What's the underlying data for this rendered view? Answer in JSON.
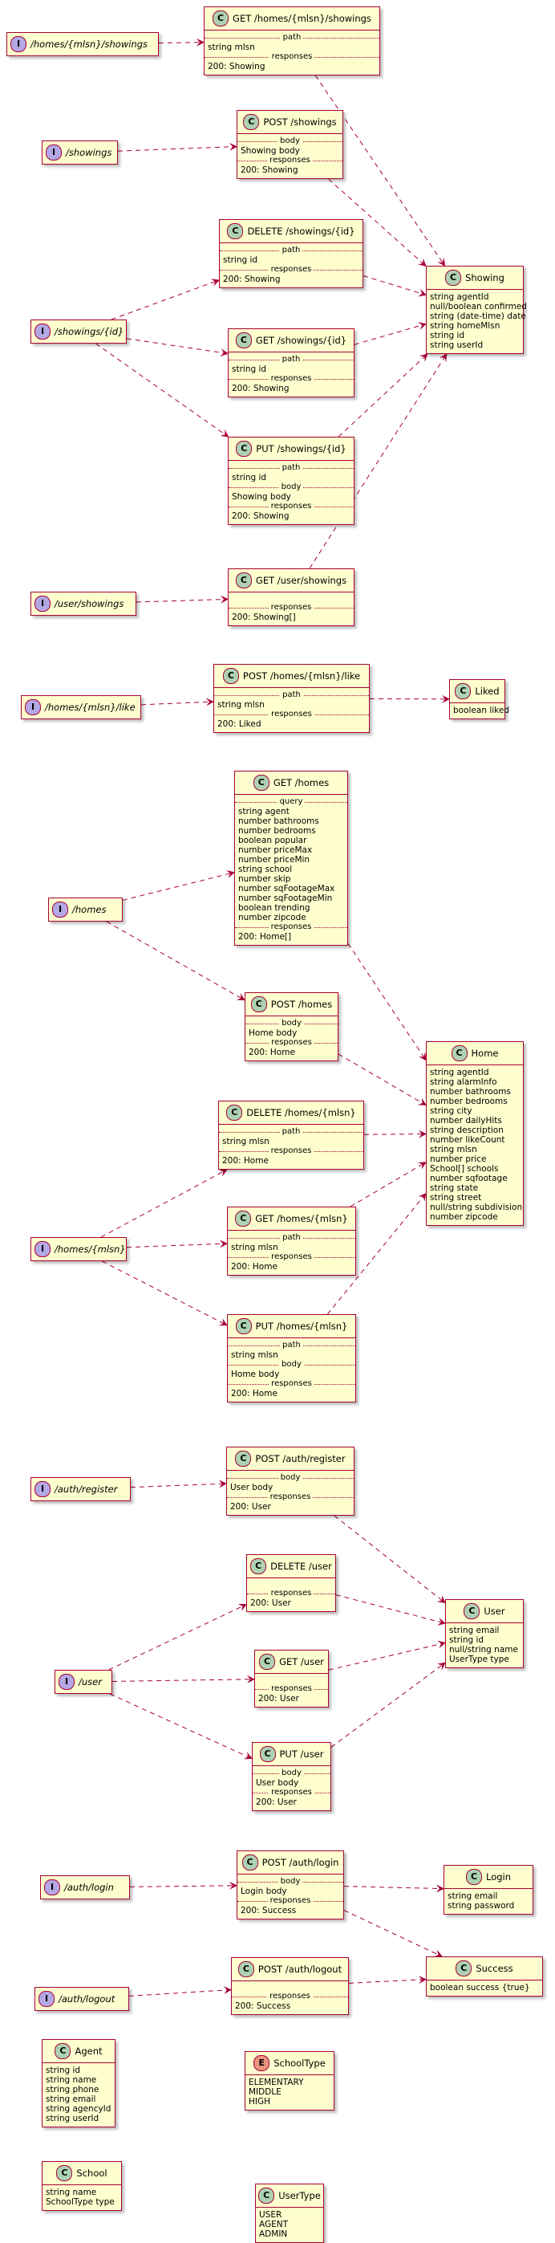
{
  "interfaces": [
    {
      "id": "i-showings-mlsn",
      "name": "/homes/{mlsn}/showings"
    },
    {
      "id": "i-showings",
      "name": "/showings"
    },
    {
      "id": "i-showings-id",
      "name": "/showings/{id}"
    },
    {
      "id": "i-user-showings",
      "name": "/user/showings"
    },
    {
      "id": "i-like",
      "name": "/homes/{mlsn}/like"
    },
    {
      "id": "i-homes",
      "name": "/homes"
    },
    {
      "id": "i-homes-mlsn",
      "name": "/homes/{mlsn}"
    },
    {
      "id": "i-auth-register",
      "name": "/auth/register"
    },
    {
      "id": "i-user",
      "name": "/user"
    },
    {
      "id": "i-auth-login",
      "name": "/auth/login"
    },
    {
      "id": "i-auth-logout",
      "name": "/auth/logout"
    }
  ],
  "operations": [
    {
      "id": "op-get-mlsn-showings",
      "title": "GET /homes/{mlsn}/showings",
      "sections": [
        {
          "label": "path",
          "rows": [
            "string mlsn"
          ]
        },
        {
          "label": "responses",
          "rows": [
            "200: Showing"
          ]
        }
      ]
    },
    {
      "id": "op-post-showings",
      "title": "POST /showings",
      "sections": [
        {
          "label": "body",
          "rows": [
            "Showing body"
          ]
        },
        {
          "label": "responses",
          "rows": [
            "200: Showing"
          ]
        }
      ]
    },
    {
      "id": "op-delete-showing",
      "title": "DELETE /showings/{id}",
      "sections": [
        {
          "label": "path",
          "rows": [
            "string id"
          ]
        },
        {
          "label": "responses",
          "rows": [
            "200: Showing"
          ]
        }
      ]
    },
    {
      "id": "op-get-showing",
      "title": "GET /showings/{id}",
      "sections": [
        {
          "label": "path",
          "rows": [
            "string id"
          ]
        },
        {
          "label": "responses",
          "rows": [
            "200: Showing"
          ]
        }
      ]
    },
    {
      "id": "op-put-showing",
      "title": "PUT /showings/{id}",
      "sections": [
        {
          "label": "path",
          "rows": [
            "string id"
          ]
        },
        {
          "label": "body",
          "rows": [
            "Showing body"
          ]
        },
        {
          "label": "responses",
          "rows": [
            "200: Showing"
          ]
        }
      ]
    },
    {
      "id": "op-get-user-showings",
      "title": "GET /user/showings",
      "sections": [
        {
          "label": "",
          "rows": []
        },
        {
          "label": "responses",
          "rows": [
            "200: Showing[]"
          ]
        }
      ]
    },
    {
      "id": "op-post-like",
      "title": "POST /homes/{mlsn}/like",
      "sections": [
        {
          "label": "path",
          "rows": [
            "string mlsn"
          ]
        },
        {
          "label": "responses",
          "rows": [
            "200: Liked"
          ]
        }
      ]
    },
    {
      "id": "op-get-homes",
      "title": "GET /homes",
      "sections": [
        {
          "label": "query",
          "rows": [
            "string agent",
            "number bathrooms",
            "number bedrooms",
            "boolean popular",
            "number priceMax",
            "number priceMin",
            "string school",
            "number skip",
            "number sqFootageMax",
            "number sqFootageMin",
            "boolean trending",
            "number zipcode"
          ]
        },
        {
          "label": "responses",
          "rows": [
            "200: Home[]"
          ]
        }
      ]
    },
    {
      "id": "op-post-homes",
      "title": "POST /homes",
      "sections": [
        {
          "label": "body",
          "rows": [
            "Home body"
          ]
        },
        {
          "label": "responses",
          "rows": [
            "200: Home"
          ]
        }
      ]
    },
    {
      "id": "op-delete-home",
      "title": "DELETE /homes/{mlsn}",
      "sections": [
        {
          "label": "path",
          "rows": [
            "string mlsn"
          ]
        },
        {
          "label": "responses",
          "rows": [
            "200: Home"
          ]
        }
      ]
    },
    {
      "id": "op-get-home",
      "title": "GET /homes/{mlsn}",
      "sections": [
        {
          "label": "path",
          "rows": [
            "string mlsn"
          ]
        },
        {
          "label": "responses",
          "rows": [
            "200: Home"
          ]
        }
      ]
    },
    {
      "id": "op-put-home",
      "title": "PUT /homes/{mlsn}",
      "sections": [
        {
          "label": "path",
          "rows": [
            "string mlsn"
          ]
        },
        {
          "label": "body",
          "rows": [
            "Home body"
          ]
        },
        {
          "label": "responses",
          "rows": [
            "200: Home"
          ]
        }
      ]
    },
    {
      "id": "op-post-register",
      "title": "POST /auth/register",
      "sections": [
        {
          "label": "body",
          "rows": [
            "User body"
          ]
        },
        {
          "label": "responses",
          "rows": [
            "200: User"
          ]
        }
      ]
    },
    {
      "id": "op-delete-user",
      "title": "DELETE /user",
      "sections": [
        {
          "label": "",
          "rows": []
        },
        {
          "label": "responses",
          "rows": [
            "200: User"
          ]
        }
      ]
    },
    {
      "id": "op-get-user",
      "title": "GET /user",
      "sections": [
        {
          "label": "",
          "rows": []
        },
        {
          "label": "responses",
          "rows": [
            "200: User"
          ]
        }
      ]
    },
    {
      "id": "op-put-user",
      "title": "PUT /user",
      "sections": [
        {
          "label": "body",
          "rows": [
            "User body"
          ]
        },
        {
          "label": "responses",
          "rows": [
            "200: User"
          ]
        }
      ]
    },
    {
      "id": "op-post-login",
      "title": "POST /auth/login",
      "sections": [
        {
          "label": "body",
          "rows": [
            "Login body"
          ]
        },
        {
          "label": "responses",
          "rows": [
            "200: Success"
          ]
        }
      ]
    },
    {
      "id": "op-post-logout",
      "title": "POST /auth/logout",
      "sections": [
        {
          "label": "",
          "rows": []
        },
        {
          "label": "responses",
          "rows": [
            "200: Success"
          ]
        }
      ]
    }
  ],
  "models": [
    {
      "id": "m-showing",
      "title": "Showing",
      "badge": "C",
      "rows": [
        "string agentId",
        "null/boolean confirmed",
        "string (date-time) date",
        "string homeMlsn",
        "string id",
        "string userId"
      ]
    },
    {
      "id": "m-liked",
      "title": "Liked",
      "badge": "C",
      "rows": [
        "boolean liked"
      ]
    },
    {
      "id": "m-home",
      "title": "Home",
      "badge": "C",
      "rows": [
        "string agentId",
        "string alarmInfo",
        "number bathrooms",
        "number bedrooms",
        "string city",
        "number dailyHits",
        "string description",
        "number likeCount",
        "string mlsn",
        "number price",
        "School[] schools",
        "number sqfootage",
        "string state",
        "string street",
        "null/string subdivision",
        "number zipcode"
      ]
    },
    {
      "id": "m-user",
      "title": "User",
      "badge": "C",
      "rows": [
        "string email",
        "string id",
        "null/string name",
        "UserType type"
      ]
    },
    {
      "id": "m-login",
      "title": "Login",
      "badge": "C",
      "rows": [
        "string email",
        "string password"
      ]
    },
    {
      "id": "m-success",
      "title": "Success",
      "badge": "C",
      "rows": [
        "boolean success {true}"
      ]
    },
    {
      "id": "m-agent",
      "title": "Agent",
      "badge": "C",
      "rows": [
        "string id",
        "string name",
        "string phone",
        "string email",
        "string agencyId",
        "string userId"
      ]
    },
    {
      "id": "m-schooltype",
      "title": "SchoolType",
      "badge": "E",
      "rows": [
        "ELEMENTARY",
        "MIDDLE",
        "HIGH"
      ]
    },
    {
      "id": "m-school",
      "title": "School",
      "badge": "C",
      "rows": [
        "string name",
        "SchoolType type"
      ]
    },
    {
      "id": "m-usertype",
      "title": "UserType",
      "badge": "C",
      "rows": [
        "USER",
        "AGENT",
        "ADMIN"
      ]
    }
  ]
}
